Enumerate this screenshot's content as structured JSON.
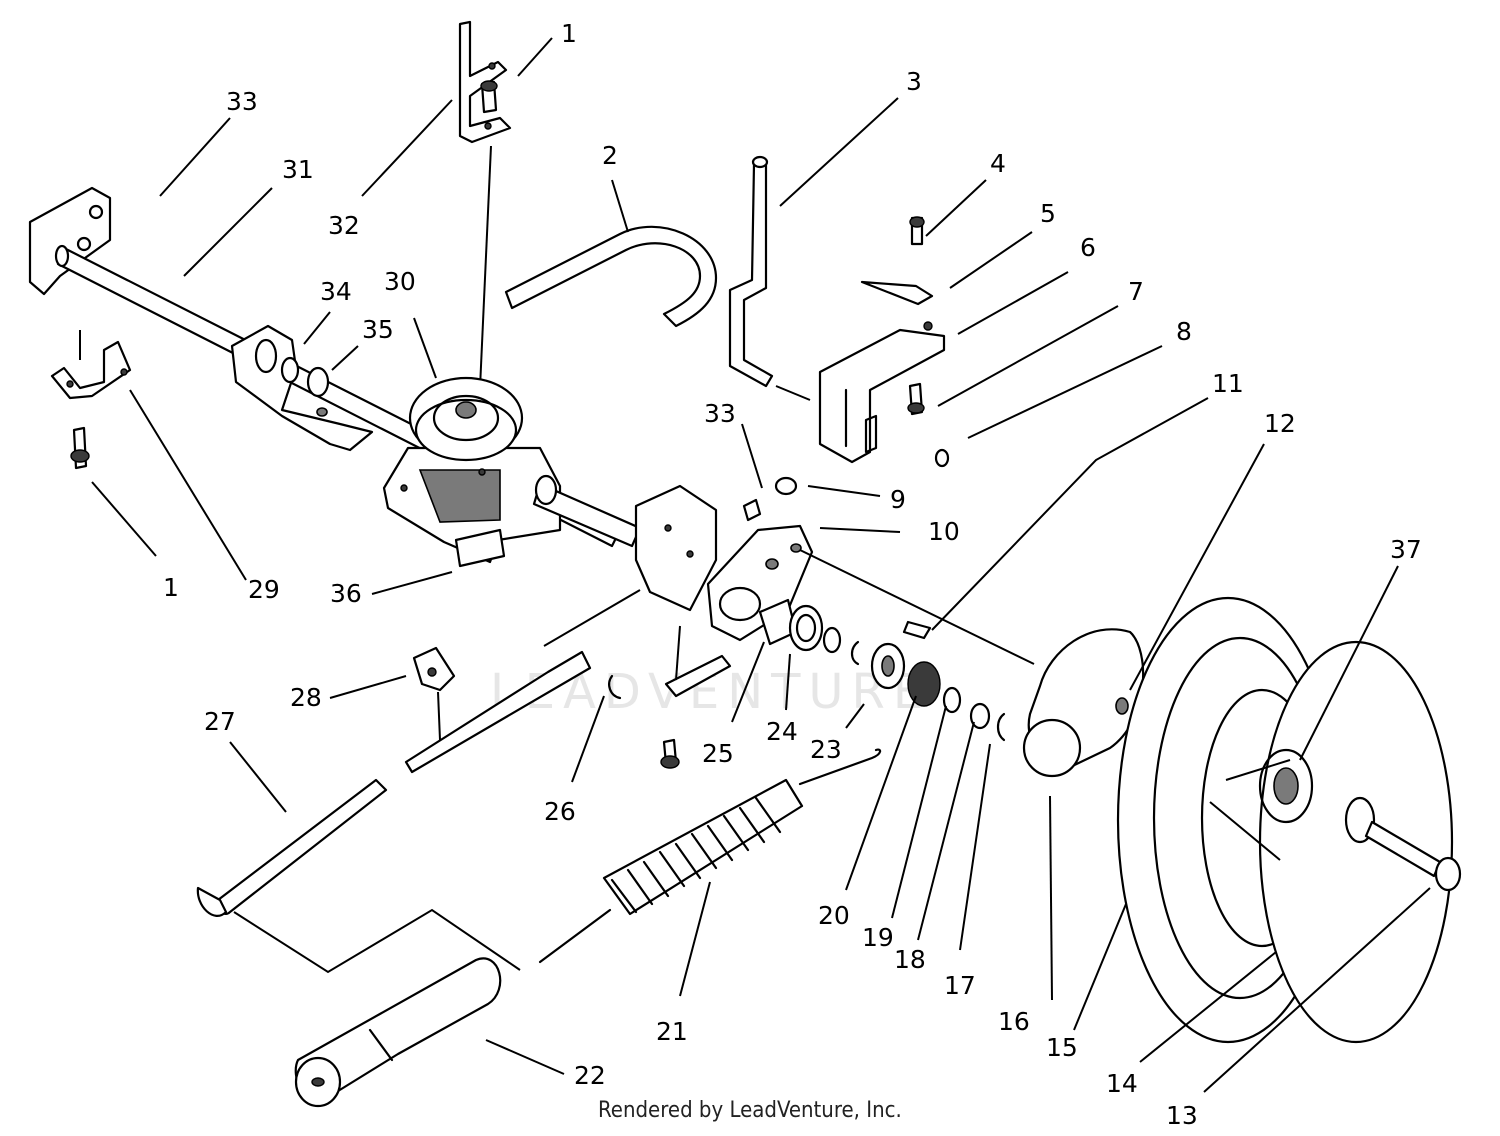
{
  "watermark": "LEADVENTURE",
  "credit": "Rendered by LeadVenture, Inc.",
  "callouts": [
    {
      "id": "c1a",
      "label": "1"
    },
    {
      "id": "c1b",
      "label": "1"
    },
    {
      "id": "c2",
      "label": "2"
    },
    {
      "id": "c3",
      "label": "3"
    },
    {
      "id": "c4",
      "label": "4"
    },
    {
      "id": "c5",
      "label": "5"
    },
    {
      "id": "c6",
      "label": "6"
    },
    {
      "id": "c7",
      "label": "7"
    },
    {
      "id": "c8",
      "label": "8"
    },
    {
      "id": "c9",
      "label": "9"
    },
    {
      "id": "c10",
      "label": "10"
    },
    {
      "id": "c11",
      "label": "11"
    },
    {
      "id": "c12",
      "label": "12"
    },
    {
      "id": "c13",
      "label": "13"
    },
    {
      "id": "c14",
      "label": "14"
    },
    {
      "id": "c15",
      "label": "15"
    },
    {
      "id": "c16",
      "label": "16"
    },
    {
      "id": "c17",
      "label": "17"
    },
    {
      "id": "c18",
      "label": "18"
    },
    {
      "id": "c19",
      "label": "19"
    },
    {
      "id": "c20",
      "label": "20"
    },
    {
      "id": "c21",
      "label": "21"
    },
    {
      "id": "c22",
      "label": "22"
    },
    {
      "id": "c23",
      "label": "23"
    },
    {
      "id": "c24",
      "label": "24"
    },
    {
      "id": "c25",
      "label": "25"
    },
    {
      "id": "c26",
      "label": "26"
    },
    {
      "id": "c27",
      "label": "27"
    },
    {
      "id": "c28",
      "label": "28"
    },
    {
      "id": "c29",
      "label": "29"
    },
    {
      "id": "c30",
      "label": "30"
    },
    {
      "id": "c31",
      "label": "31"
    },
    {
      "id": "c32",
      "label": "32"
    },
    {
      "id": "c33a",
      "label": "33"
    },
    {
      "id": "c33b",
      "label": "33"
    },
    {
      "id": "c34",
      "label": "34"
    },
    {
      "id": "c35",
      "label": "35"
    },
    {
      "id": "c36",
      "label": "36"
    },
    {
      "id": "c37",
      "label": "37"
    }
  ]
}
